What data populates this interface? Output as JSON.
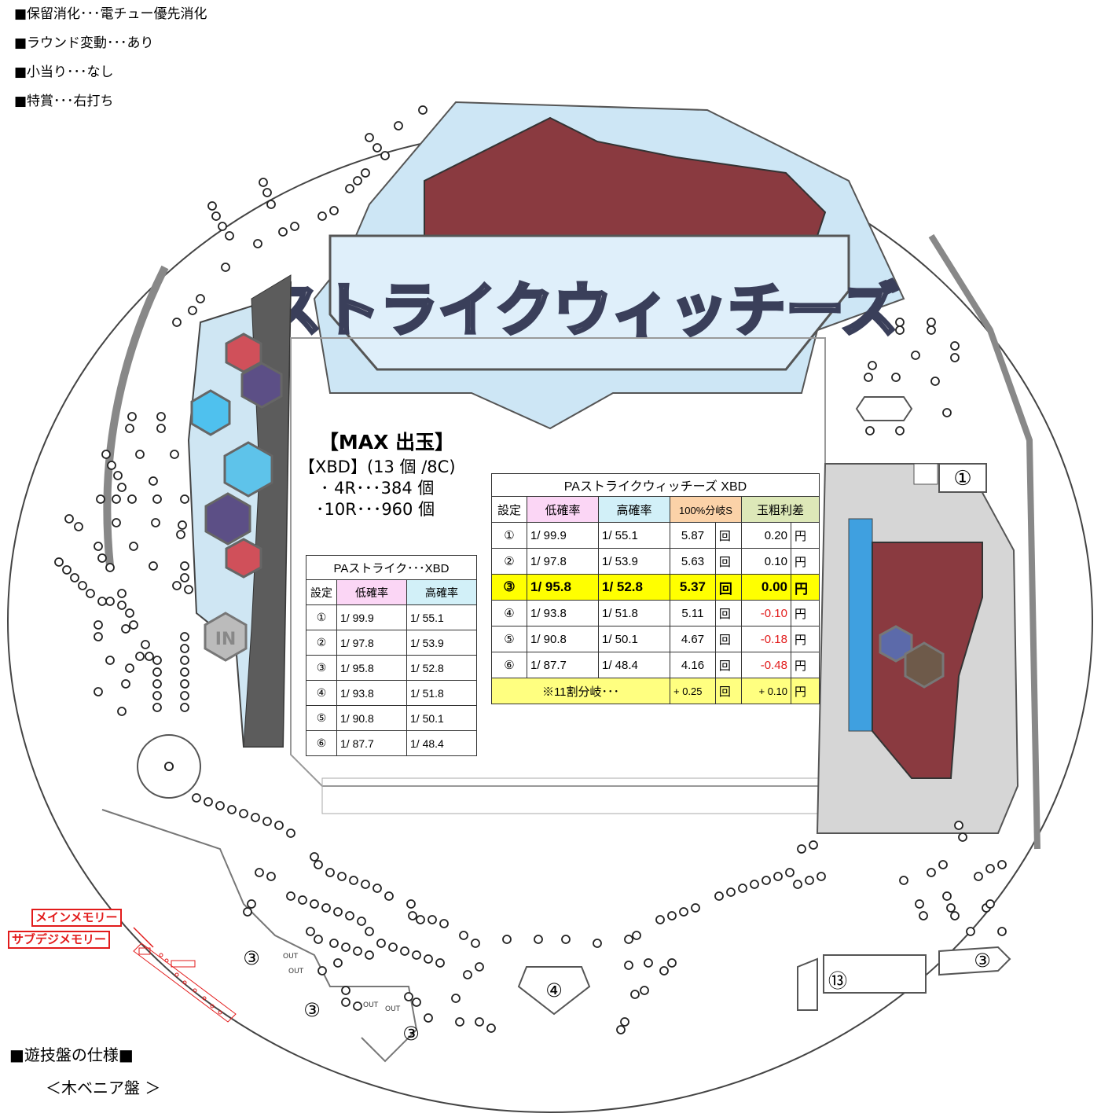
{
  "specs": [
    "■保留消化･･･電チュー優先消化",
    "■ラウンド変動･･･あり",
    "■小当り･･･なし",
    "■特賞･･･右打ち"
  ],
  "logo_text": "ストライクウィッチーズ",
  "in_label": "IN",
  "max_box": {
    "title": "【MAX 出玉】",
    "line1": "【XBD】(13 個 /8C)",
    "line2": "･ 4R･･･384 個",
    "line3": "･10R･･･960 個"
  },
  "small_table": {
    "title": "PAストライク･･･XBD",
    "headers": [
      "設定",
      "低確率",
      "高確率"
    ],
    "rows": [
      [
        "①",
        "1/ 99.9",
        "1/ 55.1"
      ],
      [
        "②",
        "1/ 97.8",
        "1/ 53.9"
      ],
      [
        "③",
        "1/ 95.8",
        "1/ 52.8"
      ],
      [
        "④",
        "1/ 93.8",
        "1/ 51.8"
      ],
      [
        "⑤",
        "1/ 90.8",
        "1/ 50.1"
      ],
      [
        "⑥",
        "1/ 87.7",
        "1/ 48.4"
      ]
    ]
  },
  "big_table": {
    "title": "PAストライクウィッチーズ XBD",
    "headers": [
      "設定",
      "低確率",
      "高確率",
      "100%分岐S",
      "玉粗利差"
    ],
    "rows": [
      [
        "①",
        "1/ 99.9",
        "1/ 55.1",
        "5.87",
        "回",
        "0.20",
        "円"
      ],
      [
        "②",
        "1/ 97.8",
        "1/ 53.9",
        "5.63",
        "回",
        "0.10",
        "円"
      ],
      [
        "③",
        "1/ 95.8",
        "1/ 52.8",
        "5.37",
        "回",
        "0.00",
        "円"
      ],
      [
        "④",
        "1/ 93.8",
        "1/ 51.8",
        "5.11",
        "回",
        "-0.10",
        "円"
      ],
      [
        "⑤",
        "1/ 90.8",
        "1/ 50.1",
        "4.67",
        "回",
        "-0.18",
        "円"
      ],
      [
        "⑥",
        "1/ 87.7",
        "1/ 48.4",
        "4.16",
        "回",
        "-0.48",
        "円"
      ]
    ],
    "footer": [
      "※11割分岐･･･",
      "+ 0.25",
      "回",
      "+ 0.10",
      "円"
    ]
  },
  "pocket_labels": {
    "p1": "①",
    "p3a": "③",
    "p3b": "③",
    "p3c": "③",
    "p3d": "③",
    "p4": "④",
    "p13": "⑬",
    "out": "OUT"
  },
  "memory_labels": {
    "main": "メインメモリー",
    "sub": "サブデジメモリー"
  },
  "bottom": {
    "title": "■遊技盤の仕様■",
    "subtitle": "＜木ベニア盤 ＞"
  },
  "colors": {
    "highlight": "#ffff00",
    "negative": "#e21b1b",
    "header_pink": "#fbd6f5",
    "header_cyan": "#d2f0f8",
    "header_orange": "#fbd2a8",
    "header_green": "#dde8b8",
    "footer_yellow": "#ffff80"
  }
}
